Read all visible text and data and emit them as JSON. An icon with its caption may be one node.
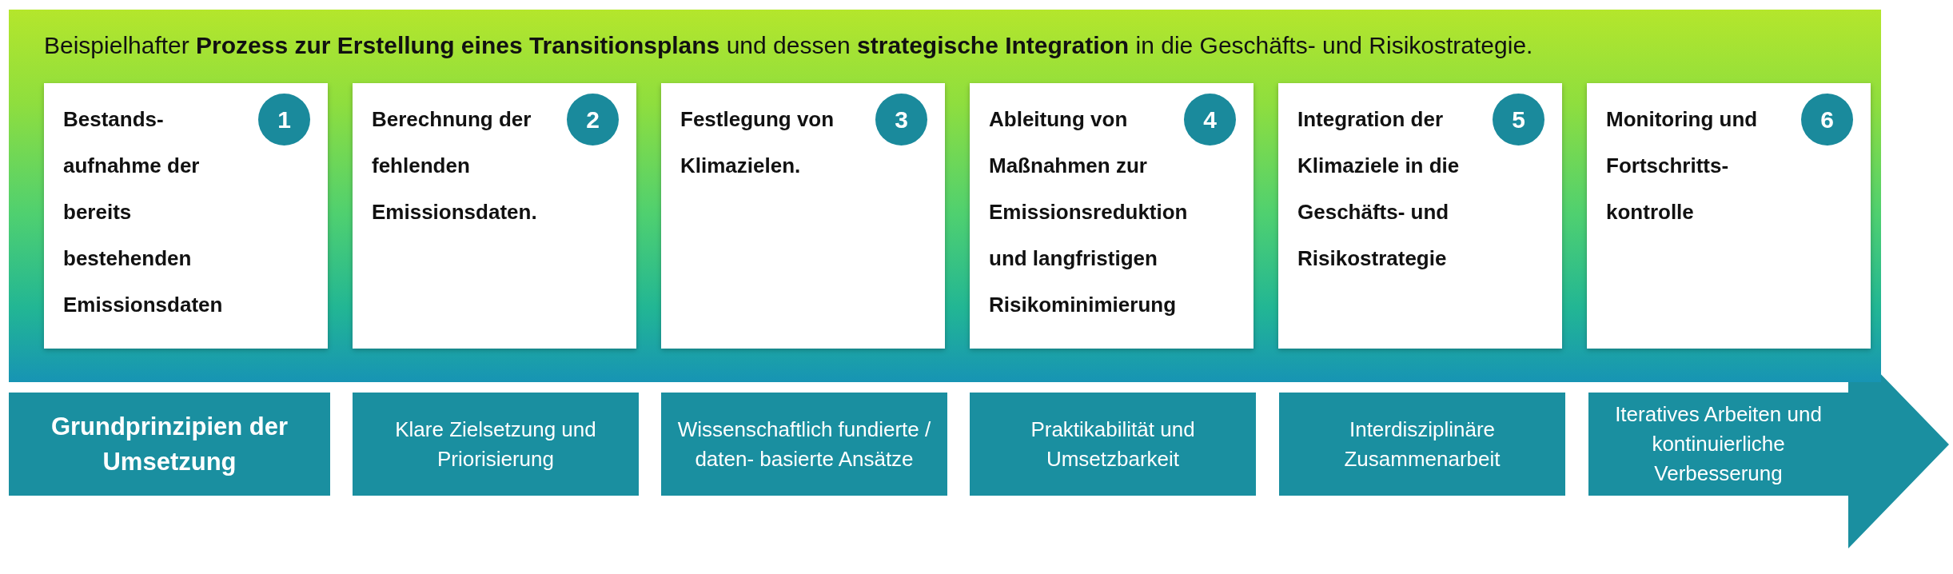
{
  "diagram": {
    "nodes": [
      {
        "text": [
          "Beispielhafter **Prozess zur Erstellung eines Transitionsplans** und dessen **strategische Integration** in die Geschäfts- und Risikostrategie."
        ]
      },
      {
        "text": [
          "Bestands- aufnahme der bereits bestehenden Emissionsdaten"
        ],
        "in": 0
      },
      {
        "text": [
          "1"
        ],
        "in": 1
      },
      {
        "text": [
          "Berechnung der fehlenden Emissionsdaten."
        ],
        "in": 0
      },
      {
        "text": [
          "2"
        ],
        "in": 3
      },
      {
        "text": [
          "Festlegung von Klimazielen."
        ],
        "in": 0
      },
      {
        "text": [
          "3"
        ],
        "in": 5
      },
      {
        "text": [
          "Ableitung von Maßnahmen zur Emissionsreduktion und langfristigen Risikominimierung"
        ],
        "in": 0
      },
      {
        "text": [
          "4"
        ],
        "in": 7
      },
      {
        "text": [
          "Integration der Klimaziele in die Geschäfts- und Risikostrategie"
        ],
        "in": 0
      },
      {
        "text": [
          "5"
        ],
        "in": 9
      },
      {
        "text": [
          "Monitoring und Fortschritts- kontrolle"
        ],
        "in": 0
      },
      {
        "text": [
          "6"
        ],
        "in": 11
      },
      {
        "text": [
          "Grundprinzipien der Umsetzung"
        ]
      },
      {
        "text": [
          "Klare Zielsetzung und Priorisierung"
        ]
      },
      {
        "text": [
          "Wissenschaftlich fundierte / daten- basierte Ansätze"
        ]
      },
      {
        "text": [
          "Praktikabilität und Umsetzbarkeit"
        ]
      },
      {
        "text": [
          "Interdisziplinäre Zusammenarbeit"
        ]
      },
      {
        "text": [
          "Iteratives Arbeiten und kontinuierliche Verbesserung"
        ]
      }
    ],
    "edges": []
  }
}
